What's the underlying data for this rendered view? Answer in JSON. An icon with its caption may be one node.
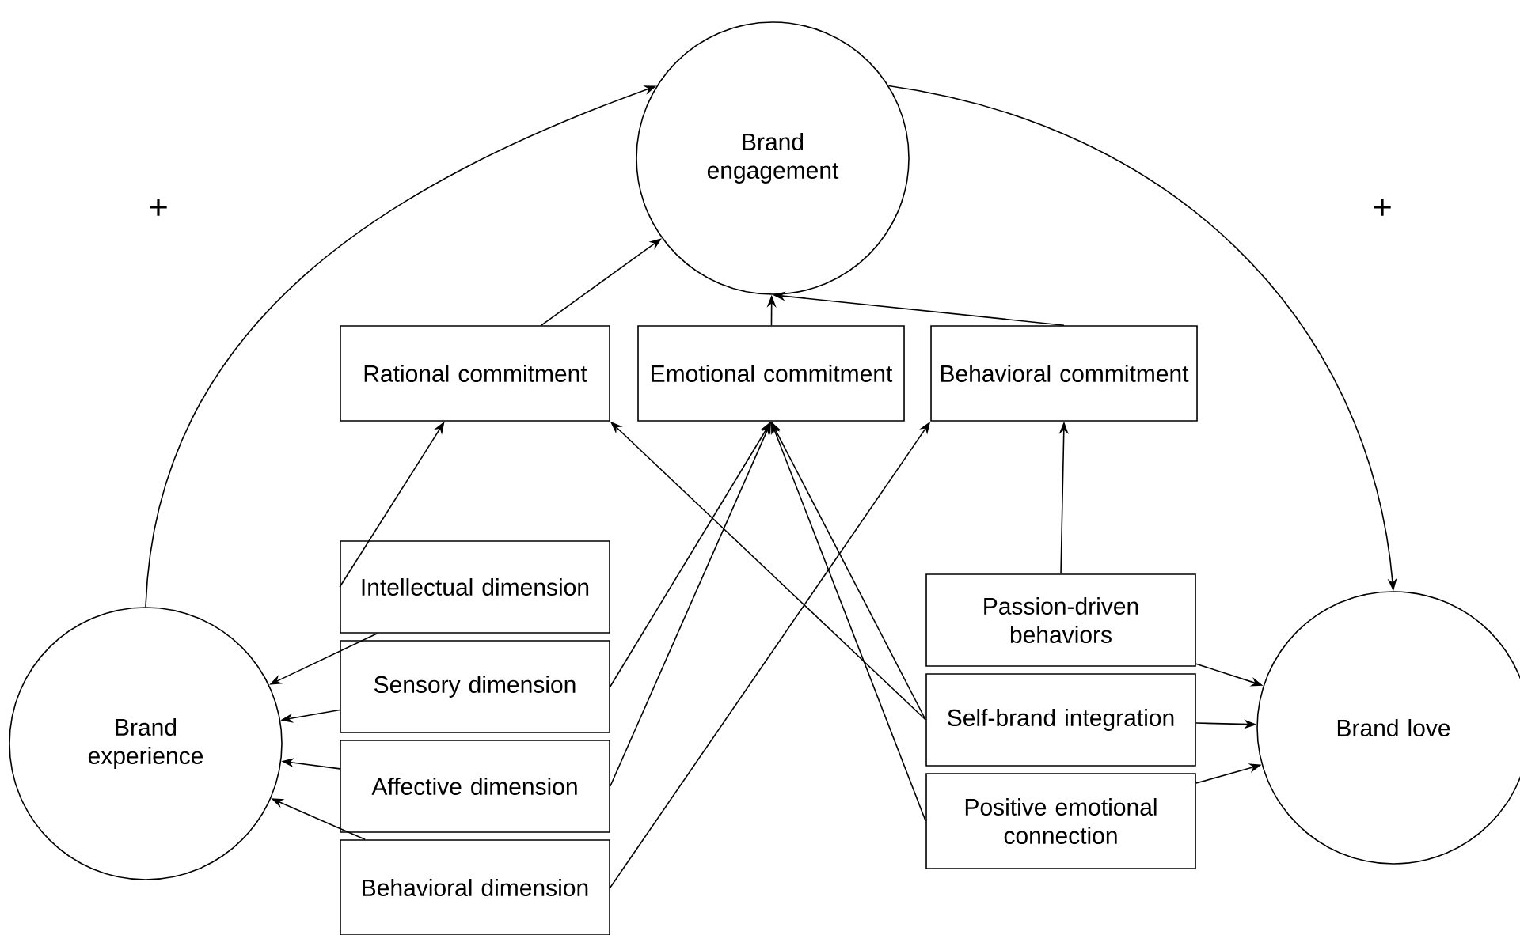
{
  "diagram": {
    "nodes": [
      {
        "text": [
          "Brand engagement"
        ]
      },
      {
        "text": [
          "Rational commitment"
        ]
      },
      {
        "text": [
          "Emotional commitment"
        ]
      },
      {
        "text": [
          "Behavioral commitment"
        ]
      },
      {
        "text": [
          "Intellectual dimension"
        ]
      },
      {
        "text": [
          "Sensory dimension"
        ]
      },
      {
        "text": [
          "Affective dimension"
        ]
      },
      {
        "text": [
          "Behavioral dimension"
        ]
      },
      {
        "text": [
          "Passion-driven behaviors"
        ]
      },
      {
        "text": [
          "Self-brand integration"
        ]
      },
      {
        "text": [
          "Positive emotional connection"
        ]
      },
      {
        "text": [
          "Brand experience"
        ]
      },
      {
        "text": [
          "Brand love"
        ]
      }
    ],
    "edges": [
      {
        "from": 11,
        "to": 0,
        "arrow": "to",
        "label": "+"
      },
      {
        "from": 0,
        "to": 12,
        "arrow": "to",
        "label": "+"
      },
      {
        "from": 1,
        "to": 0,
        "arrow": "to"
      },
      {
        "from": 2,
        "to": 0,
        "arrow": "to"
      },
      {
        "from": 3,
        "to": 0,
        "arrow": "to"
      },
      {
        "from": 4,
        "to": 1,
        "arrow": "to"
      },
      {
        "from": 4,
        "to": 11,
        "arrow": "to"
      },
      {
        "from": 5,
        "to": 11,
        "arrow": "to"
      },
      {
        "from": 6,
        "to": 11,
        "arrow": "to"
      },
      {
        "from": 7,
        "to": 11,
        "arrow": "to"
      },
      {
        "from": 5,
        "to": 2,
        "arrow": "to"
      },
      {
        "from": 6,
        "to": 2,
        "arrow": "to"
      },
      {
        "from": 7,
        "to": 3,
        "arrow": "to"
      },
      {
        "from": 9,
        "to": 1,
        "arrow": "to"
      },
      {
        "from": 9,
        "to": 2,
        "arrow": "to"
      },
      {
        "from": 10,
        "to": 2,
        "arrow": "to"
      },
      {
        "from": 8,
        "to": 3,
        "arrow": "to"
      },
      {
        "from": 8,
        "to": 12,
        "arrow": "to"
      },
      {
        "from": 9,
        "to": 12,
        "arrow": "to"
      },
      {
        "from": 10,
        "to": 12,
        "arrow": "to"
      }
    ]
  }
}
